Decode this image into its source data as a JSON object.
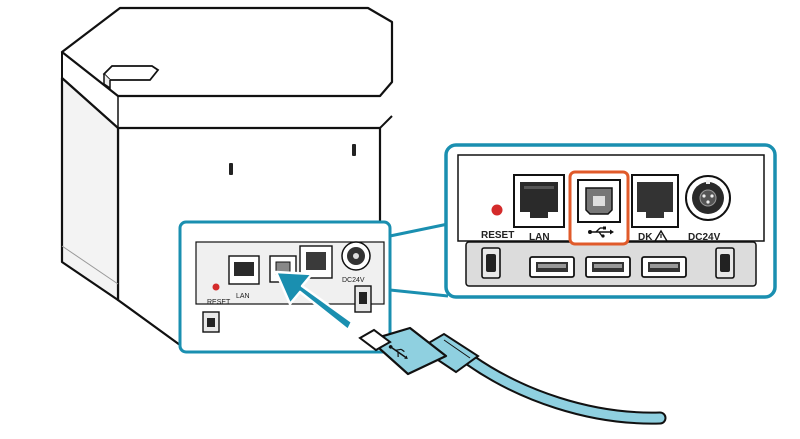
{
  "colors": {
    "callout_border": "#1a8fb0",
    "highlight_border": "#e05a2a",
    "arrow_fill": "#1a8fb0",
    "cable": "#8fd0e0",
    "reset_led": "#d42b2b",
    "outline": "#111111"
  },
  "labels": {
    "reset": "RESET",
    "lan": "LAN",
    "dk": "DK",
    "power": "DC24V"
  },
  "icons": {
    "usb_symbol": "usb-icon",
    "warning_symbol": "warning-triangle-icon"
  }
}
